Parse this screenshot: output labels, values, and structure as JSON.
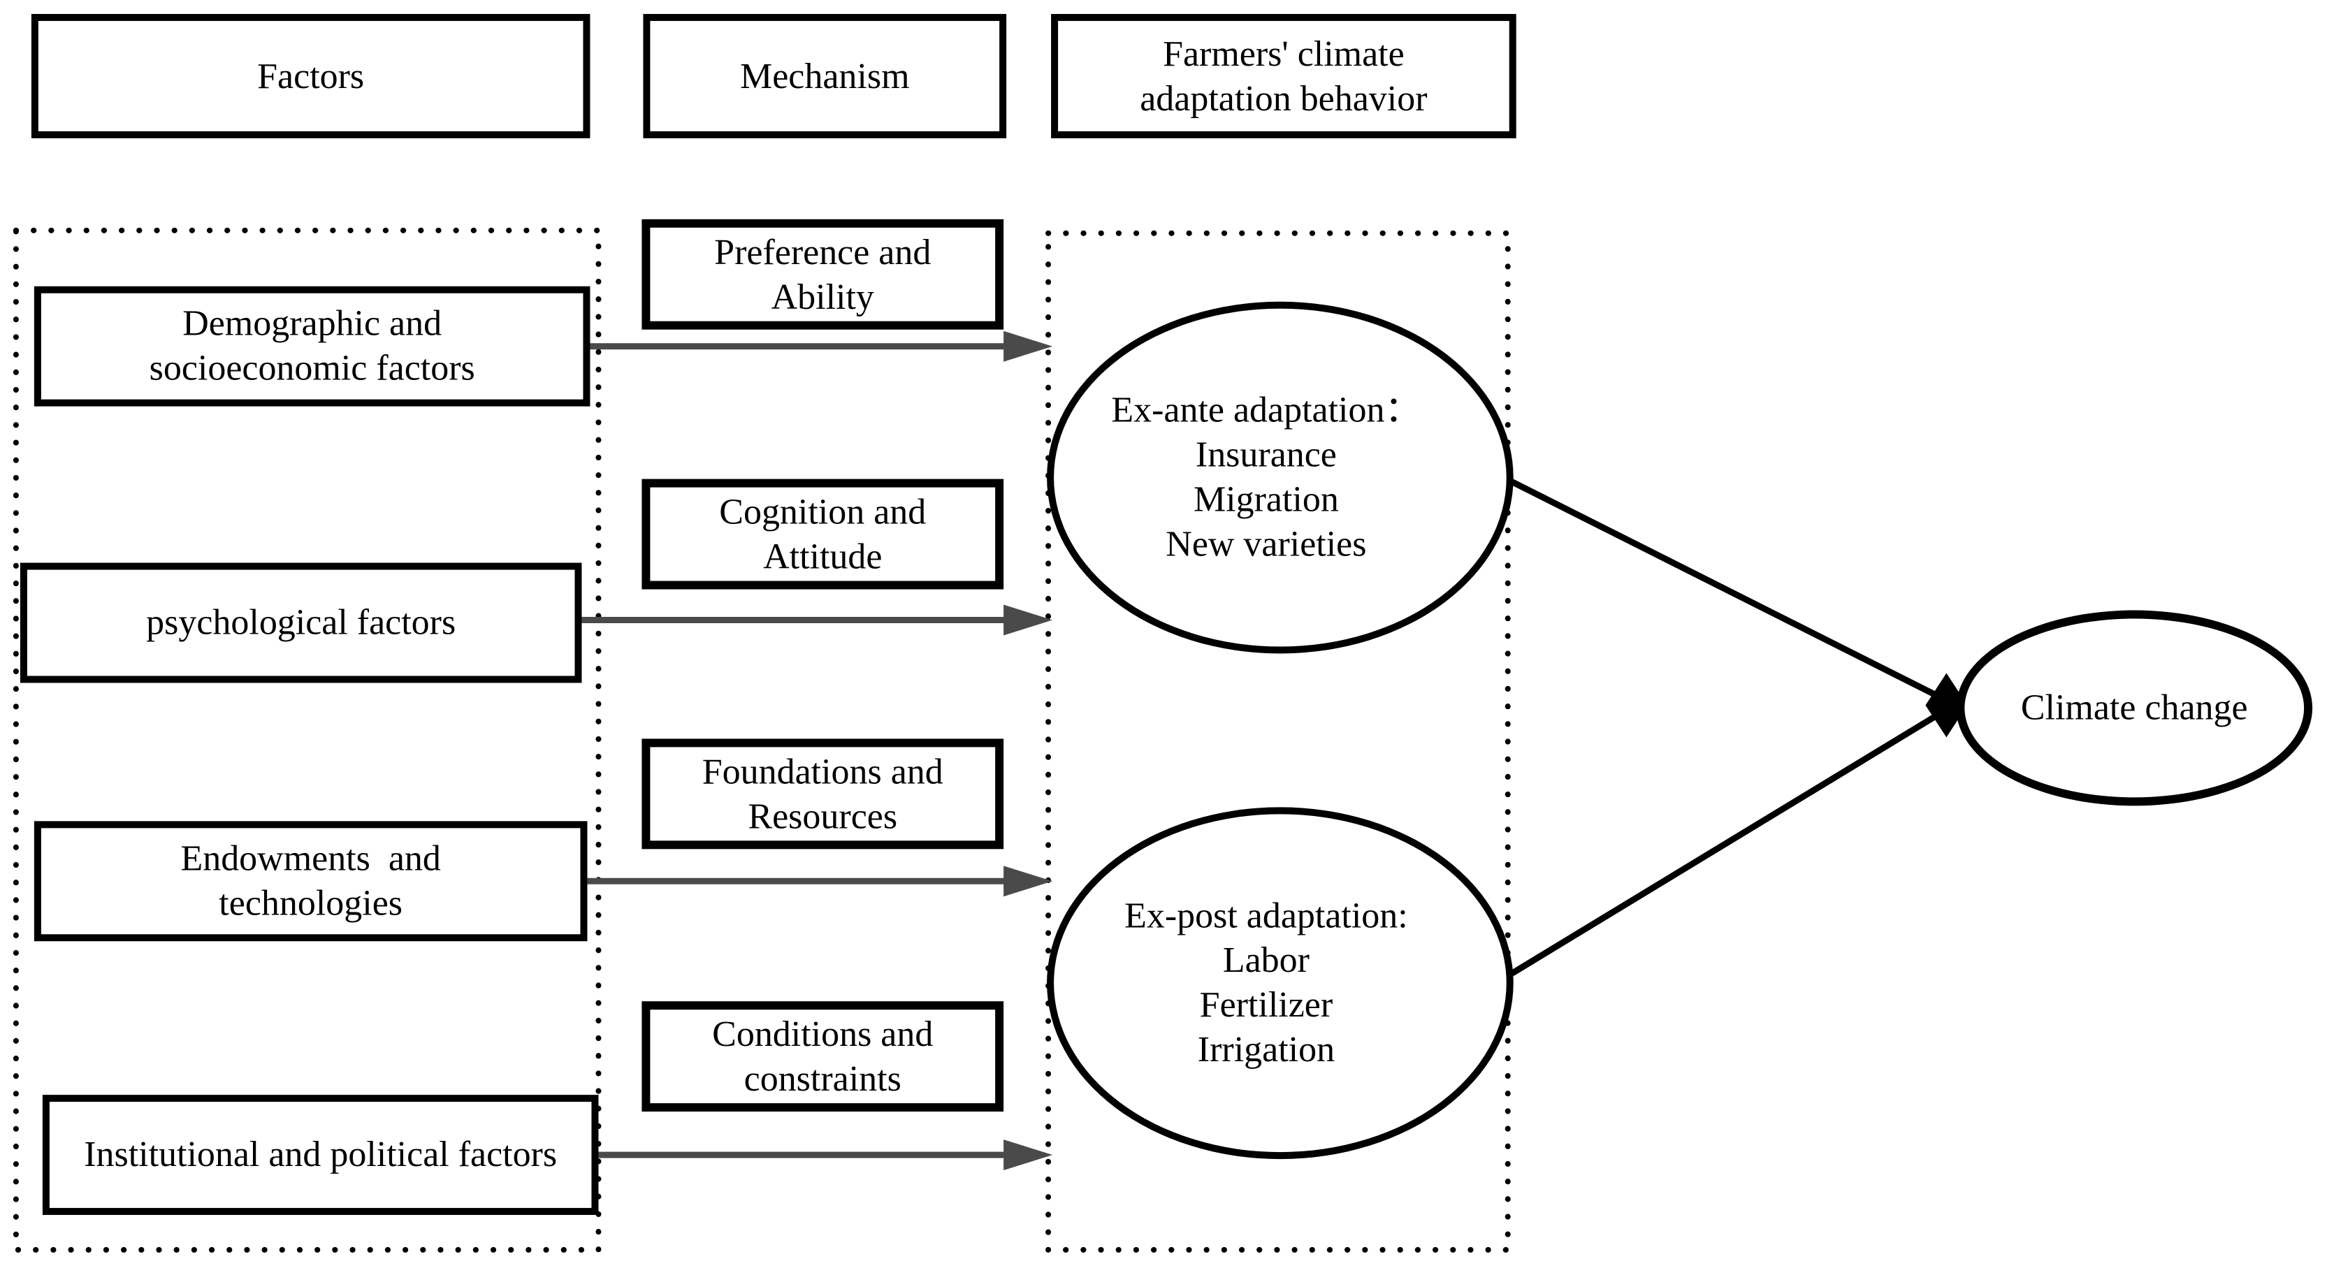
{
  "diagram": {
    "headers": {
      "factors": "Factors",
      "mechanism": "Mechanism",
      "behavior": "Farmers' climate\nadaptation behavior"
    },
    "factor_boxes": [
      {
        "label": "Demographic and\nsocioeconomic factors"
      },
      {
        "label": "psychological factors"
      },
      {
        "label": "Endowments  and\ntechnologies"
      },
      {
        "label": "Institutional and political factors"
      }
    ],
    "mechanism_boxes": [
      {
        "label": "Preference and\nAbility"
      },
      {
        "label": "Cognition and\nAttitude"
      },
      {
        "label": "Foundations and\nResources"
      },
      {
        "label": "Conditions and\nconstraints"
      }
    ],
    "behavior_nodes": {
      "ex_ante": "Ex-ante adaptation：\nInsurance\nMigration\nNew varieties",
      "ex_post": "Ex-post adaptation:\nLabor\nFertilizer\nIrrigation"
    },
    "outcome": "Climate change",
    "colors": {
      "arrow_gray": "#4a4a4a",
      "line_black": "#000000",
      "dotted_border": "#000000",
      "background": "#ffffff"
    }
  }
}
